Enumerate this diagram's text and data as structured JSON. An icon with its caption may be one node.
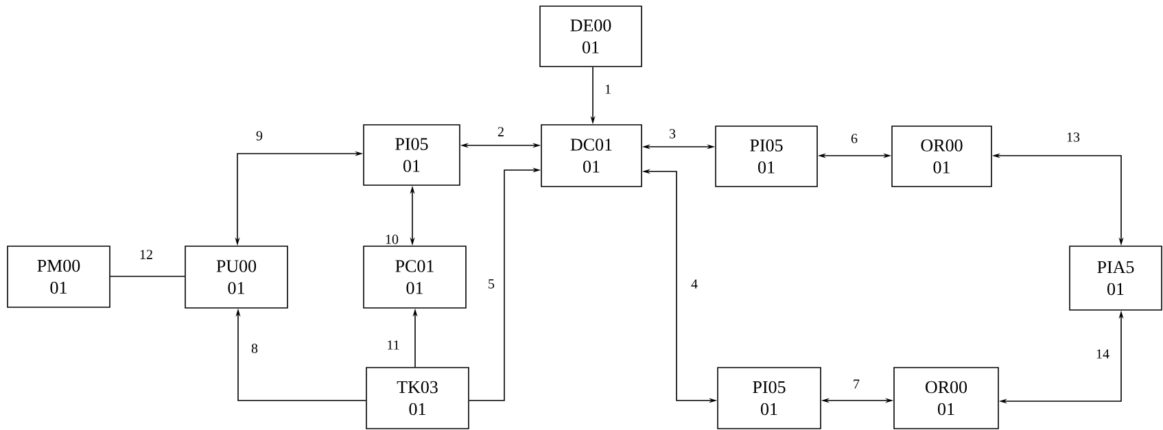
{
  "diagram": {
    "nodes": [
      {
        "text": [
          "DE00",
          "01"
        ]
      },
      {
        "text": [
          "PI05",
          "01"
        ]
      },
      {
        "text": [
          "DC01",
          "01"
        ]
      },
      {
        "text": [
          "PI05",
          "01"
        ]
      },
      {
        "text": [
          "OR00",
          "01"
        ]
      },
      {
        "text": [
          "PM00",
          "01"
        ]
      },
      {
        "text": [
          "PU00",
          "01"
        ]
      },
      {
        "text": [
          "PC01",
          "01"
        ]
      },
      {
        "text": [
          "PIA5",
          "01"
        ]
      },
      {
        "text": [
          "TK03",
          "01"
        ]
      },
      {
        "text": [
          "PI05",
          "01"
        ]
      },
      {
        "text": [
          "OR00",
          "01"
        ]
      }
    ],
    "edges": [
      {
        "from": 0,
        "to": 2,
        "arrow": "to",
        "label": "1"
      },
      {
        "from": 1,
        "to": 2,
        "arrow": "both",
        "label": "2"
      },
      {
        "from": 2,
        "to": 3,
        "arrow": "both",
        "label": "3"
      },
      {
        "from": 2,
        "to": 10,
        "arrow": "both",
        "label": "4"
      },
      {
        "from": 9,
        "to": 2,
        "arrow": "to",
        "label": "5"
      },
      {
        "from": 3,
        "to": 4,
        "arrow": "both",
        "label": "6"
      },
      {
        "from": 10,
        "to": 11,
        "arrow": "both",
        "label": "7"
      },
      {
        "from": 9,
        "to": 6,
        "arrow": "to",
        "label": "8"
      },
      {
        "from": 6,
        "to": 1,
        "arrow": "both",
        "label": "9"
      },
      {
        "from": 1,
        "to": 7,
        "arrow": "both",
        "label": "10"
      },
      {
        "from": 9,
        "to": 7,
        "arrow": "to",
        "label": "11"
      },
      {
        "from": 5,
        "to": 6,
        "arrow": "none",
        "label": "12"
      },
      {
        "from": 4,
        "to": 8,
        "arrow": "both",
        "label": "13"
      },
      {
        "from": 11,
        "to": 8,
        "arrow": "both",
        "label": "14"
      }
    ]
  }
}
